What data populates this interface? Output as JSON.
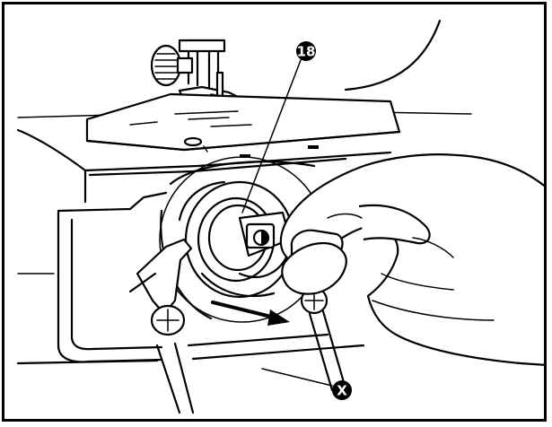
{
  "callouts": [
    {
      "id": "bobbin-case",
      "label": "18"
    },
    {
      "id": "throat-plate-cover",
      "label": "X"
    }
  ],
  "colors": {
    "ink": "#000000",
    "paper": "#ffffff"
  }
}
